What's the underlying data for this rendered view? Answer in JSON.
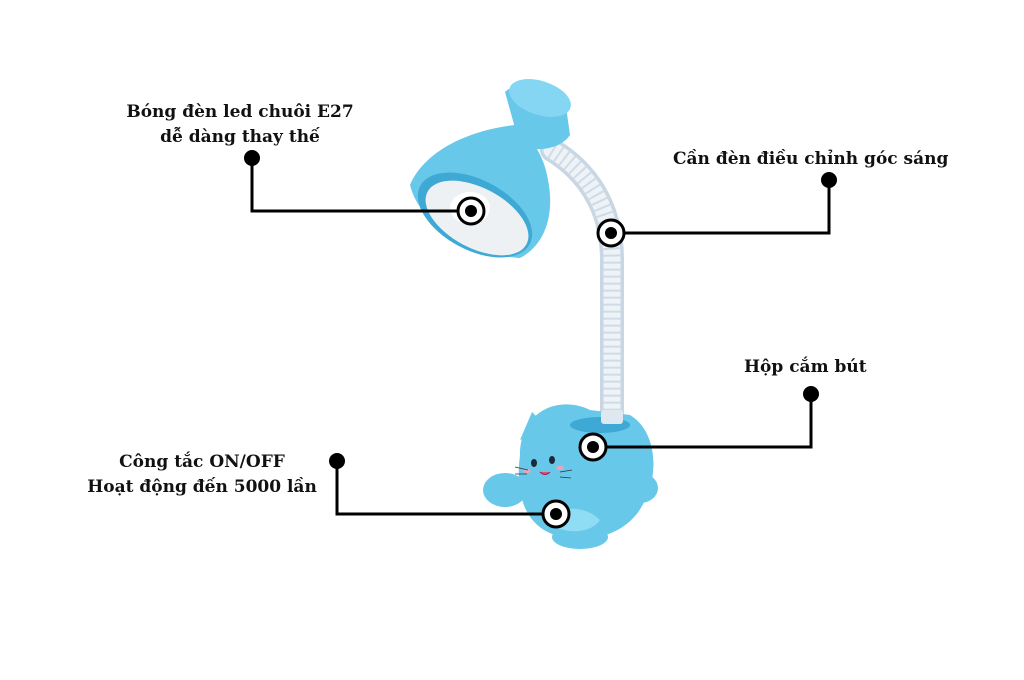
{
  "callouts": {
    "bulb": {
      "line1": "Bóng đèn led chuôi E27",
      "line2": "dễ dàng thay thế"
    },
    "arm": {
      "line1": "Cần đèn điều chỉnh góc sáng"
    },
    "pen_holder": {
      "line1": "Hộp cắm bút"
    },
    "switch": {
      "line1": "Công tắc ON/OFF",
      "line2": "Hoạt động đến 5000 lần"
    }
  },
  "colors": {
    "lamp_blue": "#67c8ea",
    "lamp_blue_dark": "#3fa9d6",
    "lamp_inner": "#eef1f3",
    "neck": "#dfe8f1",
    "line": "#000000"
  },
  "icons": [
    "target-marker-icon",
    "dot-marker-icon",
    "cat-face-icon"
  ]
}
